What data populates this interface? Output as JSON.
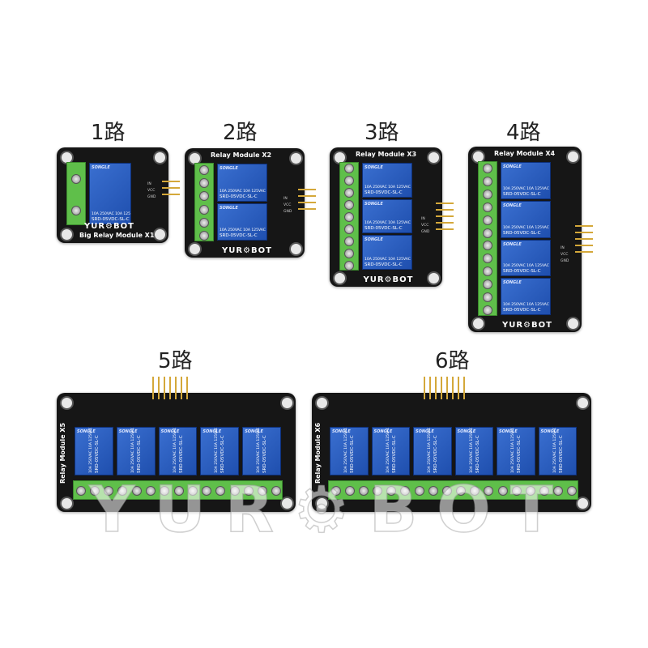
{
  "labels": [
    "1路",
    "2路",
    "3路",
    "4路",
    "5路",
    "6路"
  ],
  "boards": [
    {
      "title": "Big Relay Module X1",
      "relays": 1
    },
    {
      "title": "Relay Module X2",
      "relays": 2
    },
    {
      "title": "Relay Module X3",
      "relays": 3
    },
    {
      "title": "Relay Module X4",
      "relays": 4
    },
    {
      "title": "Relay Module X5",
      "relays": 5
    },
    {
      "title": "Relay Module X6",
      "relays": 6
    }
  ],
  "relay": {
    "brand": "SONGLE",
    "model": "SRD-05VDC-SL-C",
    "rating": "10A 250VAC 10A 125VAC"
  },
  "pins": [
    "IN",
    "VCC",
    "GND"
  ],
  "brand": "YUR⚙BOT",
  "watermark": "YUR⚙BOT",
  "colors": {
    "board": "#161616",
    "relay": "#2a5bbf",
    "terminal": "#5fbf4a",
    "pin": "#d4a83a"
  }
}
